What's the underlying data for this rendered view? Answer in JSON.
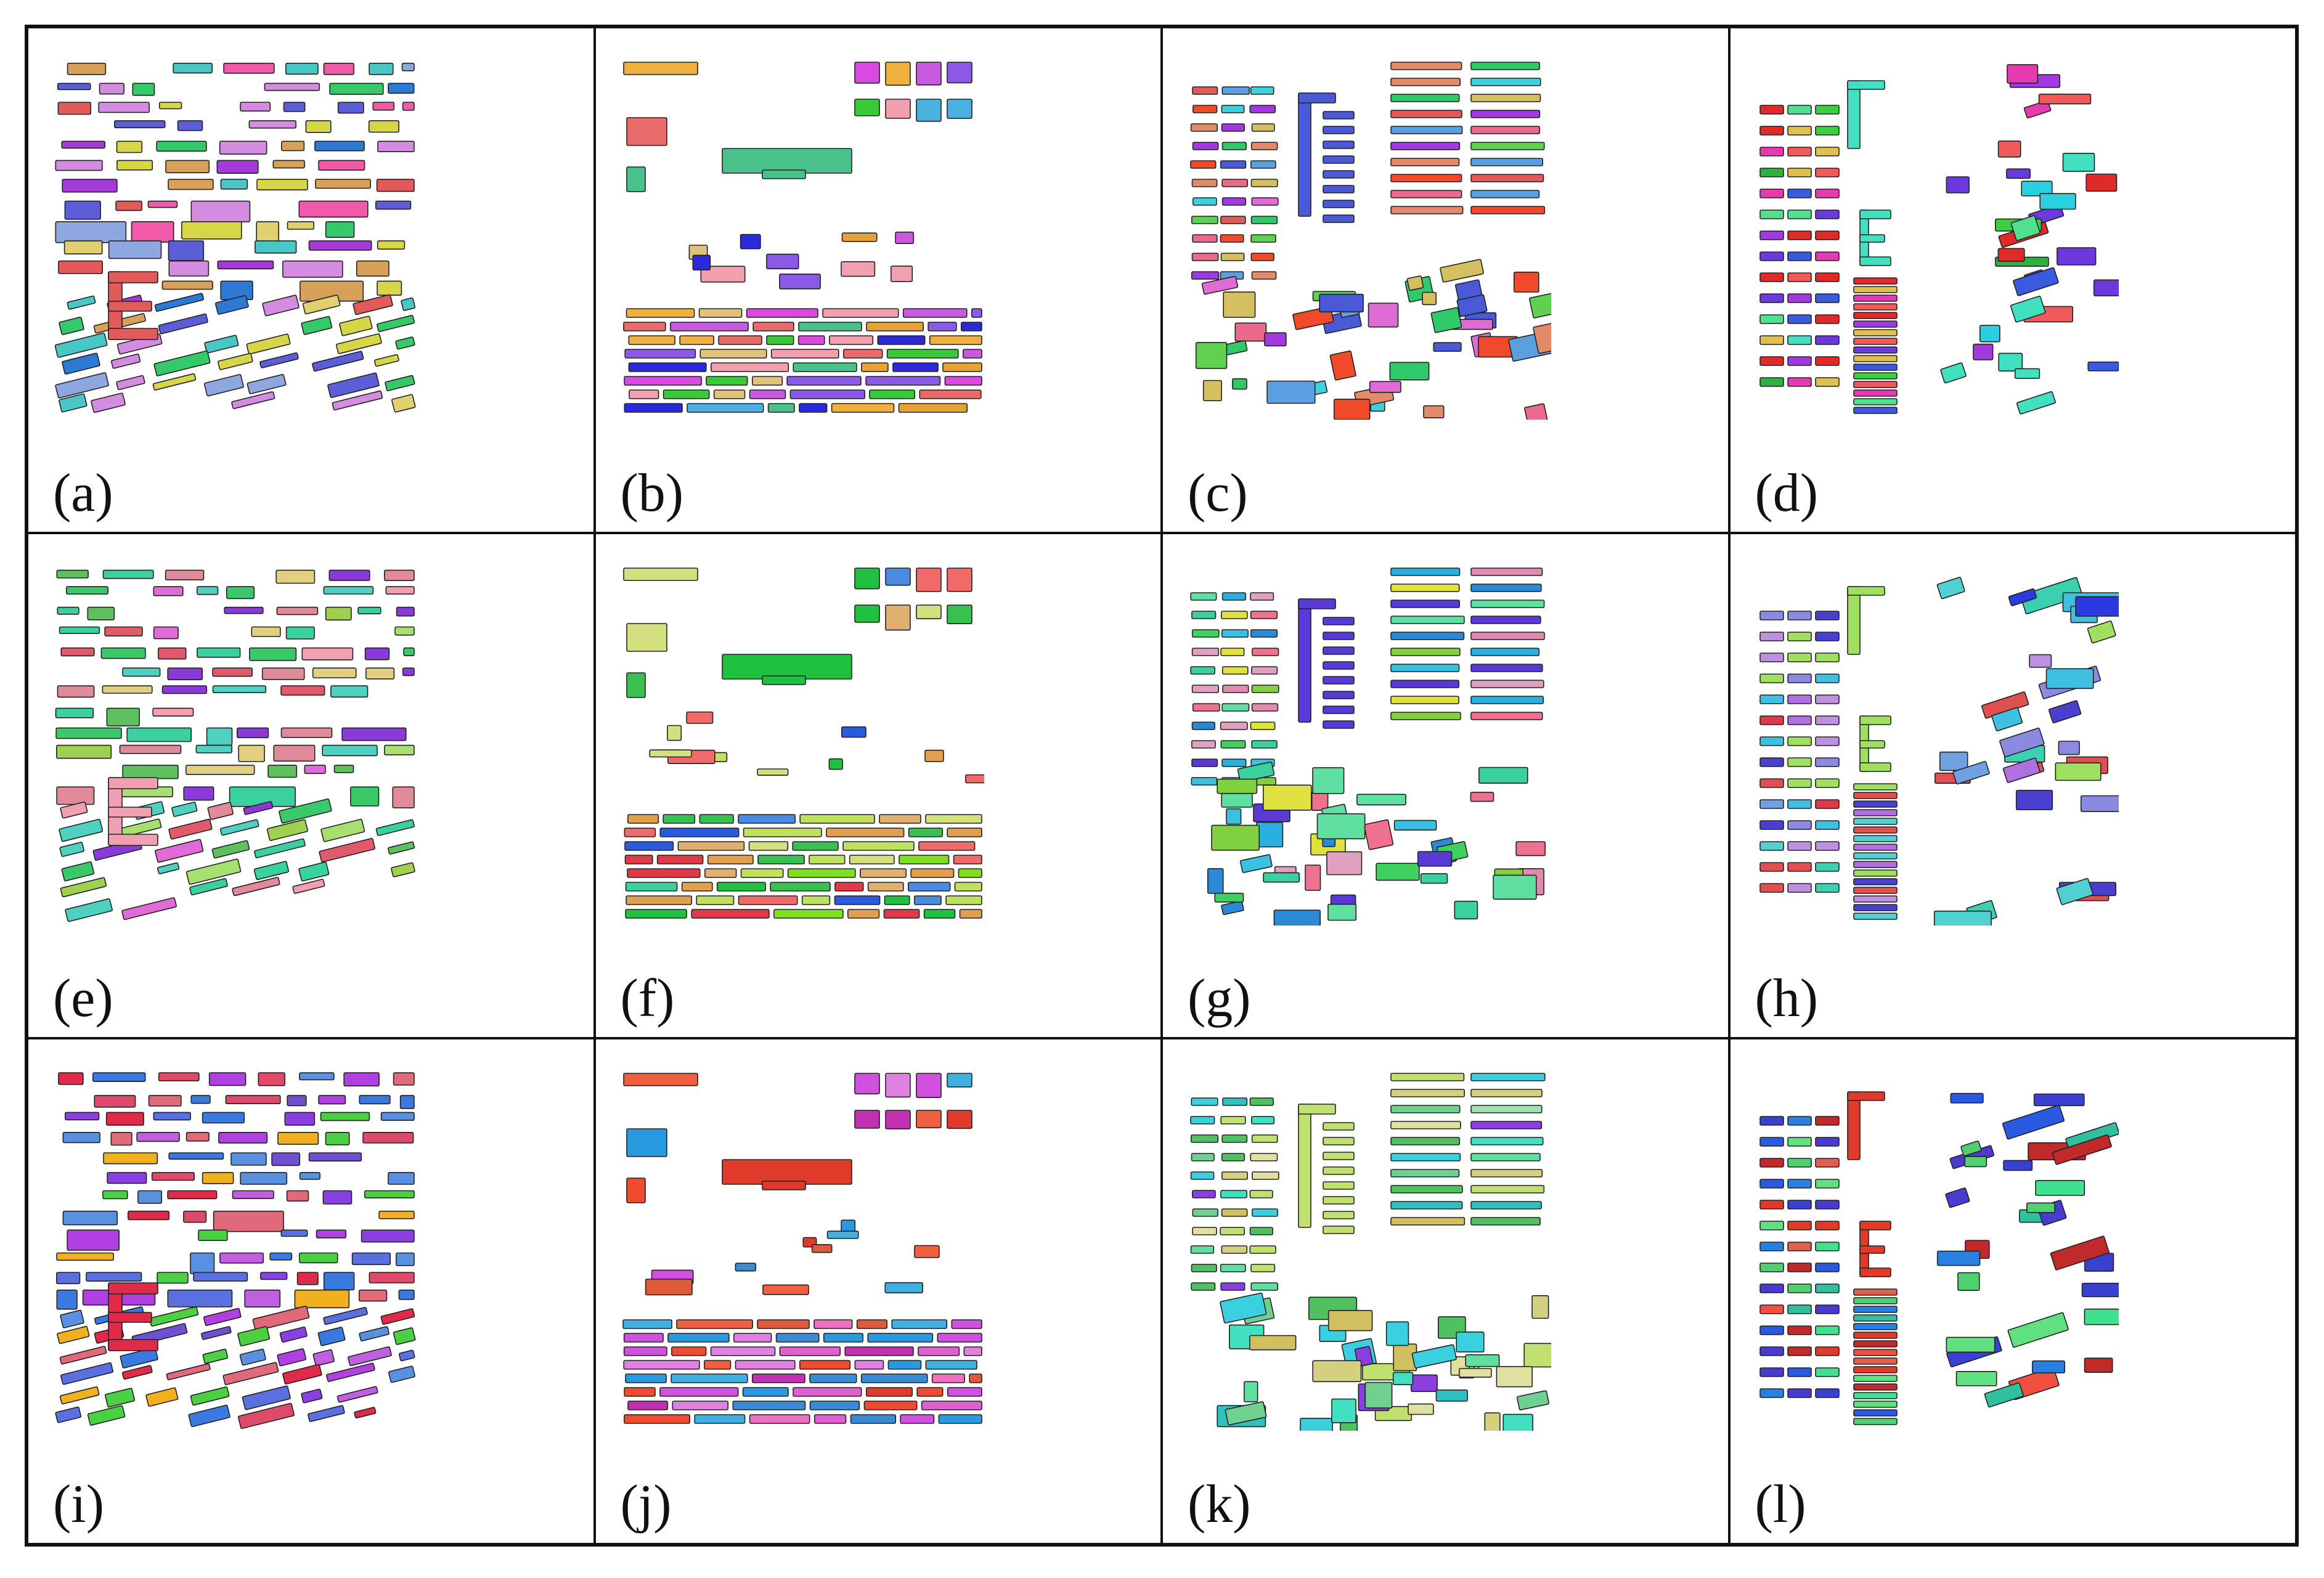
{
  "panels": [
    {
      "label": "(a)",
      "pattern": "rowsA",
      "palette": [
        "#8fa7e0",
        "#5b5ed6",
        "#d7d548",
        "#d9a05a",
        "#49c7c7",
        "#f05aa9",
        "#a63ad6",
        "#35c96a",
        "#e35a5a",
        "#e0d070",
        "#2c7ad6",
        "#d48ce0"
      ]
    },
    {
      "label": "(b)",
      "pattern": "blocksB",
      "palette": [
        "#2a2adb",
        "#39c939",
        "#e0c27a",
        "#e96a6a",
        "#e6a235",
        "#d94ae0",
        "#8a5ae6",
        "#f2a0b0",
        "#4ac08a",
        "#f0b040",
        "#4ab0e0",
        "#c85ae0"
      ]
    },
    {
      "label": "(c)",
      "pattern": "gridC",
      "palette": [
        "#3fd0e0",
        "#2fc96a",
        "#e06ad6",
        "#e38a6a",
        "#4a5ad6",
        "#e96a8a",
        "#f04a2a",
        "#a03ae0",
        "#60d050",
        "#d4c060",
        "#5aa0e0",
        "#e05a5a"
      ]
    },
    {
      "label": "(d)",
      "pattern": "gridD",
      "palette": [
        "#2fb040",
        "#e63ab0",
        "#40e0c0",
        "#2ad0e0",
        "#f05a5a",
        "#3a5ae0",
        "#a03ae0",
        "#e0c050",
        "#50e090",
        "#e02a2a",
        "#6a3ae0",
        "#3ad040"
      ]
    },
    {
      "label": "(e)",
      "pattern": "rowsA",
      "palette": [
        "#a0d050",
        "#e0d080",
        "#50d0c0",
        "#e05a6a",
        "#e06ad6",
        "#8a3ad6",
        "#3ac86a",
        "#e08a9a",
        "#3ad0a0",
        "#60c060",
        "#a8e070",
        "#f0a0b0"
      ]
    },
    {
      "label": "(f)",
      "pattern": "blocksB",
      "palette": [
        "#80e020",
        "#3ad0a0",
        "#e03a4a",
        "#e0a050",
        "#d4e080",
        "#2a5ae0",
        "#3ac050",
        "#e0b070",
        "#f06a6a",
        "#c0e060",
        "#4a8ae0",
        "#20c040"
      ]
    },
    {
      "label": "(g)",
      "pattern": "gridC",
      "palette": [
        "#3ad0a0",
        "#2a8ad6",
        "#e0e040",
        "#40d060",
        "#e08ab0",
        "#5a3ad6",
        "#3ac0e0",
        "#80d040",
        "#e0a0c0",
        "#60e0a0",
        "#2ab0e0",
        "#f07090"
      ]
    },
    {
      "label": "(h)",
      "pattern": "gridD",
      "palette": [
        "#40c0e0",
        "#8a8ae0",
        "#e03a4a",
        "#2a3ae0",
        "#b070e0",
        "#3ad0b0",
        "#70a0e0",
        "#a0e060",
        "#50d0d0",
        "#e05050",
        "#4a40d0",
        "#c090e0"
      ]
    },
    {
      "label": "(i)",
      "pattern": "rowsA",
      "palette": [
        "#8a40e0",
        "#e06a7a",
        "#5a70e0",
        "#e02a4a",
        "#b040e0",
        "#4ad040",
        "#f0b020",
        "#7050d0",
        "#e04a6a",
        "#5a90e0",
        "#c060e0",
        "#3a7ae0"
      ]
    },
    {
      "label": "(j)",
      "pattern": "blocksB",
      "palette": [
        "#e060d0",
        "#f070c0",
        "#e03a2a",
        "#3a8ad6",
        "#f04a30",
        "#d050e0",
        "#2a9ae0",
        "#e05a3a",
        "#c030b0",
        "#40b0e0",
        "#f06040",
        "#e080e0"
      ]
    },
    {
      "label": "(k)",
      "pattern": "gridC",
      "palette": [
        "#60e0a0",
        "#d4d080",
        "#8a40e0",
        "#40e0c0",
        "#50c060",
        "#c0e070",
        "#3ad0e0",
        "#e0e0a0",
        "#a0e0b0",
        "#70d090",
        "#30c0c0",
        "#d0c060"
      ]
    },
    {
      "label": "(l)",
      "pattern": "gridD",
      "palette": [
        "#e03a2a",
        "#2a5ae0",
        "#40e090",
        "#f05040",
        "#3a40d0",
        "#30c0a0",
        "#e06050",
        "#2a80e0",
        "#60e080",
        "#c02a2a",
        "#4a3ad0",
        "#50d070"
      ]
    }
  ]
}
